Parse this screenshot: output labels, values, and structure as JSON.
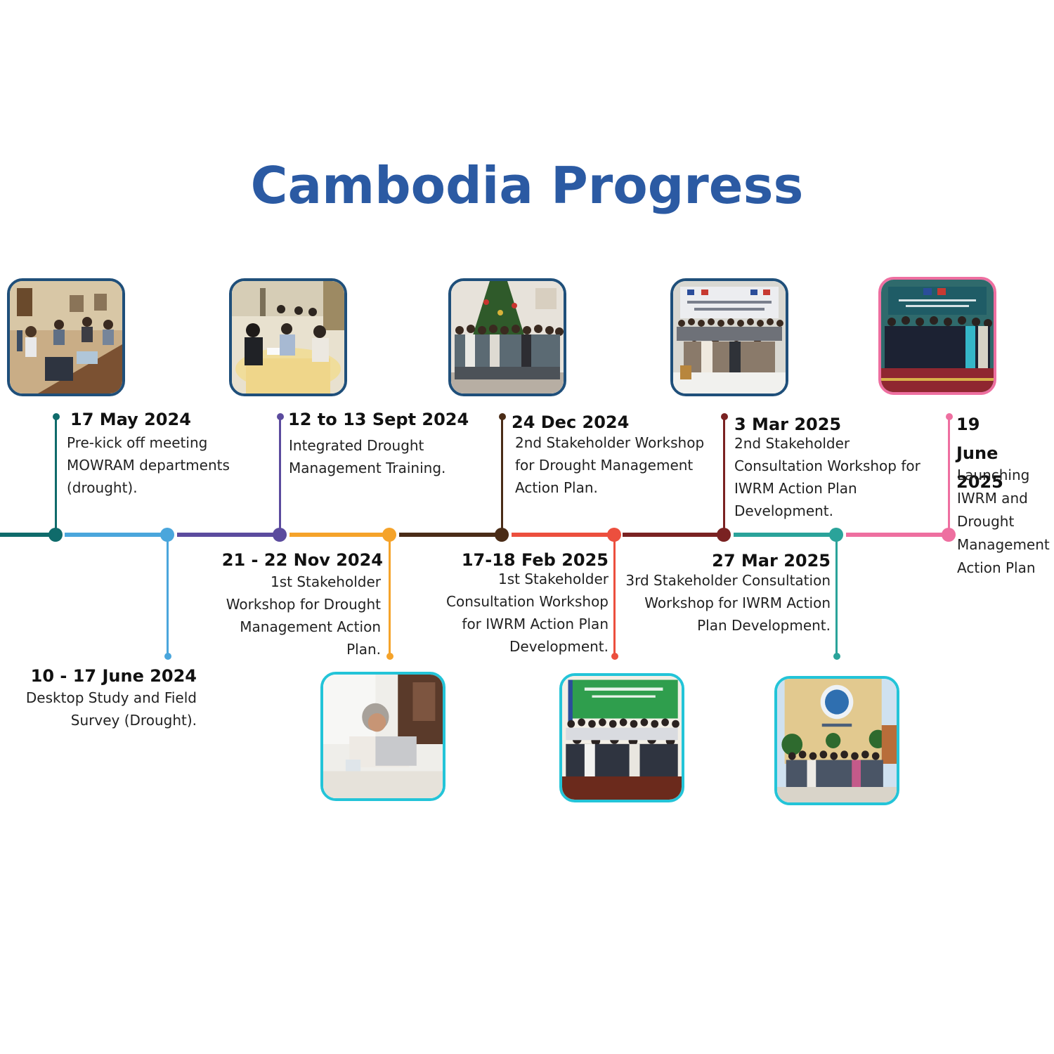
{
  "title": "Cambodia Progress",
  "events": [
    {
      "date": "17 May 2024",
      "desc": "Pre-kick off meeting MOWRAM departments (drought).",
      "color": "#0f6b6b",
      "photo_border": "#1f4f7a"
    },
    {
      "date": "10 - 17 June 2024",
      "desc": "Desktop Study and Field Survey (Drought).",
      "color": "#4aa6dc"
    },
    {
      "date": "12 to 13 Sept 2024",
      "desc": "Integrated Drought Management Training.",
      "color": "#5b4b9e",
      "photo_border": "#1f4f7a"
    },
    {
      "date": "21 - 22 Nov 2024",
      "desc": "1st Stakeholder Workshop for Drought Management Action Plan.",
      "color": "#f5a32a",
      "photo_border": "#23c4d8"
    },
    {
      "date": "24 Dec 2024",
      "desc": "2nd Stakeholder Workshop for Drought Management Action Plan.",
      "color": "#4a2c17",
      "photo_border": "#1f4f7a"
    },
    {
      "date": "17-18 Feb 2025",
      "desc": "1st Stakeholder Consultation Workshop for IWRM Action Plan Development.",
      "color": "#ec4f3e",
      "photo_border": "#23c4d8"
    },
    {
      "date": "3 Mar 2025",
      "desc": "2nd Stakeholder Consultation Workshop for IWRM Action Plan Development.",
      "color": "#7a2222",
      "photo_border": "#1f4f7a"
    },
    {
      "date": "27 Mar 2025",
      "desc": "3rd Stakeholder Consultation Workshop for IWRM Action Plan Development.",
      "color": "#2aa39a",
      "photo_border": "#23c4d8"
    },
    {
      "date": "19 June 2025",
      "desc": "Launching IWRM and Drought Management Action Plan",
      "color": "#ee6fa0",
      "photo_border": "#ee6fa0"
    }
  ]
}
